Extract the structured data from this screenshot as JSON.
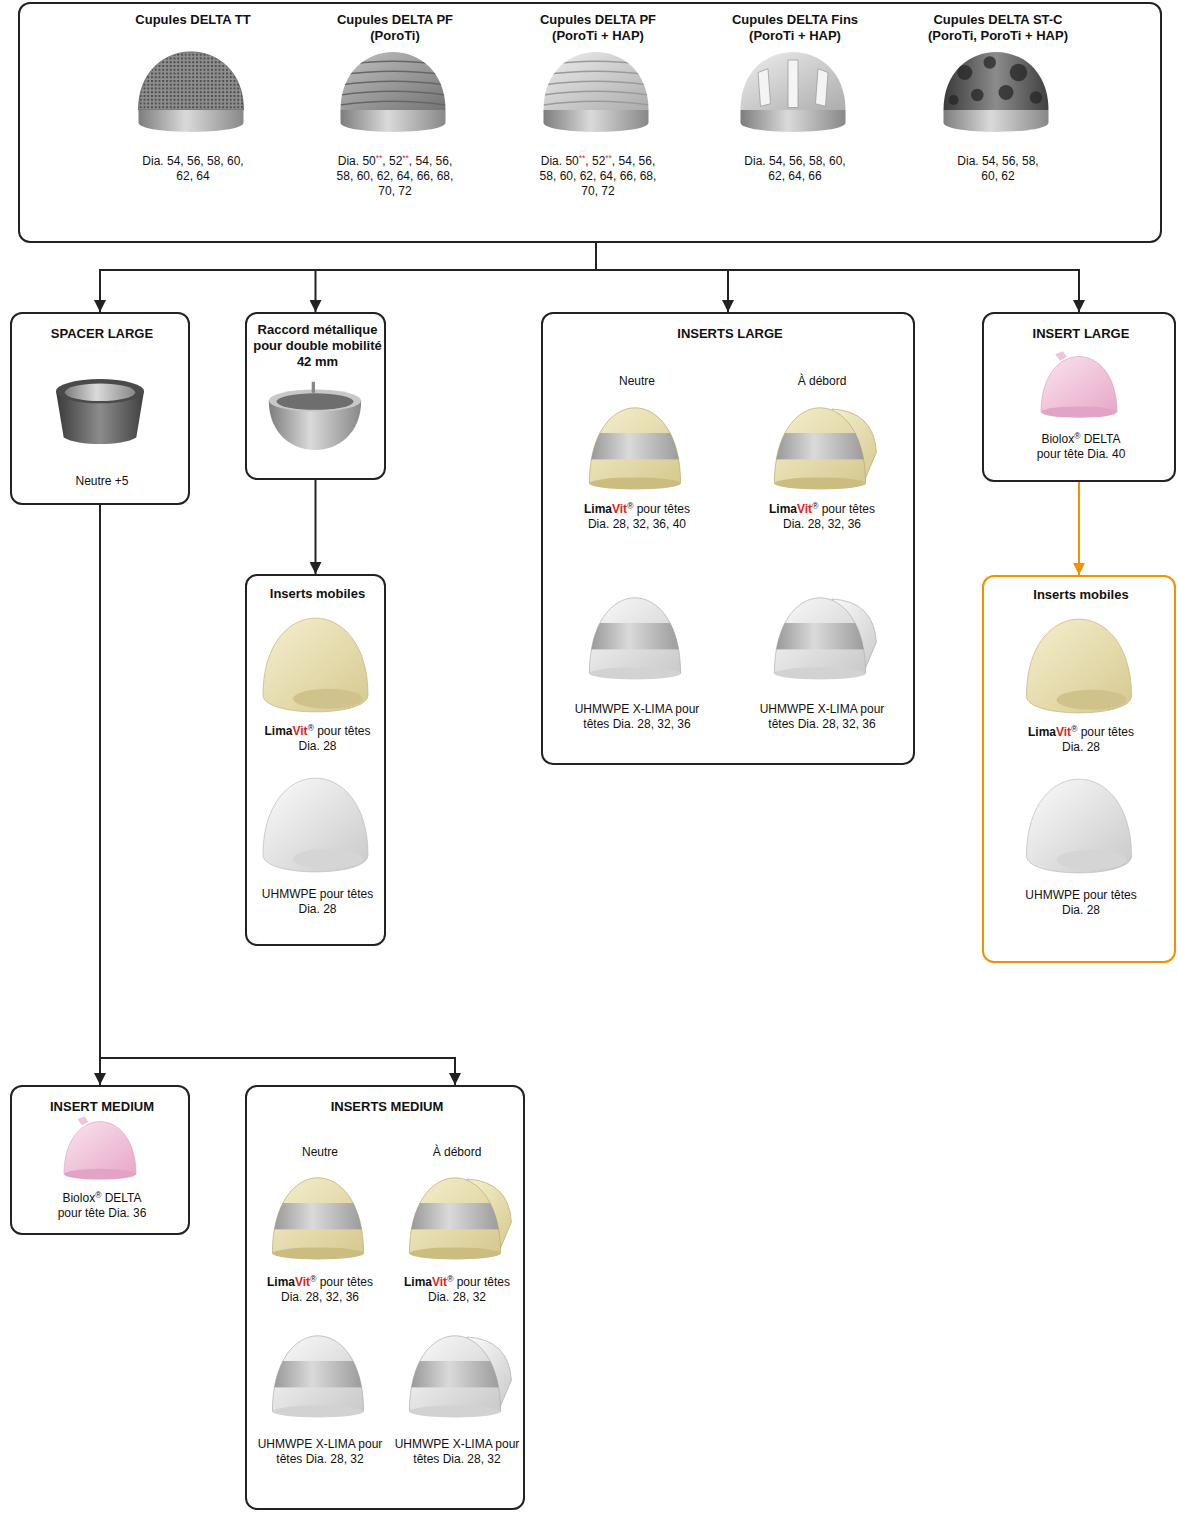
{
  "diagram": {
    "nodes": [
      {
        "text": [
          "Cupules DELTA TT",
          "Dia. 54, 56, 58, 60, 62, 64",
          "Cupules DELTA PF (PoroTi)",
          "Dia. 50**, 52**, 54, 56, 58, 60, 62, 64, 66, 68, 70, 72",
          "Cupules DELTA PF (PoroTi + HAP)",
          "Dia. 50**, 52**, 54, 56, 58, 60, 62, 64, 66, 68, 70, 72",
          "Cupules DELTA Fins (PoroTi + HAP)",
          "Dia. 54, 56, 58, 60, 62, 64, 66",
          "Cupules DELTA ST-C (PoroTi, PoroTi + HAP)",
          "Dia. 54, 56, 58, 60, 62"
        ]
      },
      {
        "text": [
          "SPACER LARGE",
          "Neutre +5"
        ]
      },
      {
        "text": [
          "Raccord métallique pour double mobilité 42 mm"
        ]
      },
      {
        "text": [
          "Inserts mobiles",
          "LimaVit® pour têtes Dia. 28",
          "UHMWPE pour têtes Dia. 28"
        ]
      },
      {
        "text": [
          "INSERTS LARGE",
          "Neutre",
          "À débord",
          "LimaVit® pour têtes Dia. 28, 32, 36, 40",
          "LimaVit® pour têtes Dia. 28, 32, 36",
          "UHMWPE X-LIMA pour têtes Dia. 28, 32, 36",
          "UHMWPE X-LIMA pour têtes Dia. 28, 32, 36"
        ]
      },
      {
        "text": [
          "INSERT LARGE",
          "Biolox® DELTA pour tête Dia. 40"
        ]
      },
      {
        "text": [
          "Inserts mobiles",
          "LimaVit® pour têtes Dia. 28",
          "UHMWPE pour têtes Dia. 28"
        ]
      },
      {
        "text": [
          "INSERT MEDIUM",
          "Biolox® DELTA pour tête Dia. 36"
        ]
      },
      {
        "text": [
          "INSERTS MEDIUM",
          "Neutre",
          "À débord",
          "LimaVit® pour têtes Dia. 28, 32, 36",
          "LimaVit® pour têtes Dia. 28, 32",
          "UHMWPE X-LIMA pour têtes Dia. 28, 32",
          "UHMWPE X-LIMA pour têtes Dia. 28, 32"
        ]
      }
    ],
    "edges": [
      {
        "from": 0,
        "to": 1,
        "arrow": "to"
      },
      {
        "from": 0,
        "to": 2,
        "arrow": "to"
      },
      {
        "from": 0,
        "to": 4,
        "arrow": "to"
      },
      {
        "from": 0,
        "to": 5,
        "arrow": "to"
      },
      {
        "from": 2,
        "to": 3,
        "arrow": "to"
      },
      {
        "from": 5,
        "to": 6,
        "arrow": "to"
      },
      {
        "from": 1,
        "to": 7,
        "arrow": "to"
      },
      {
        "from": 1,
        "to": 8,
        "arrow": "to"
      }
    ]
  }
}
